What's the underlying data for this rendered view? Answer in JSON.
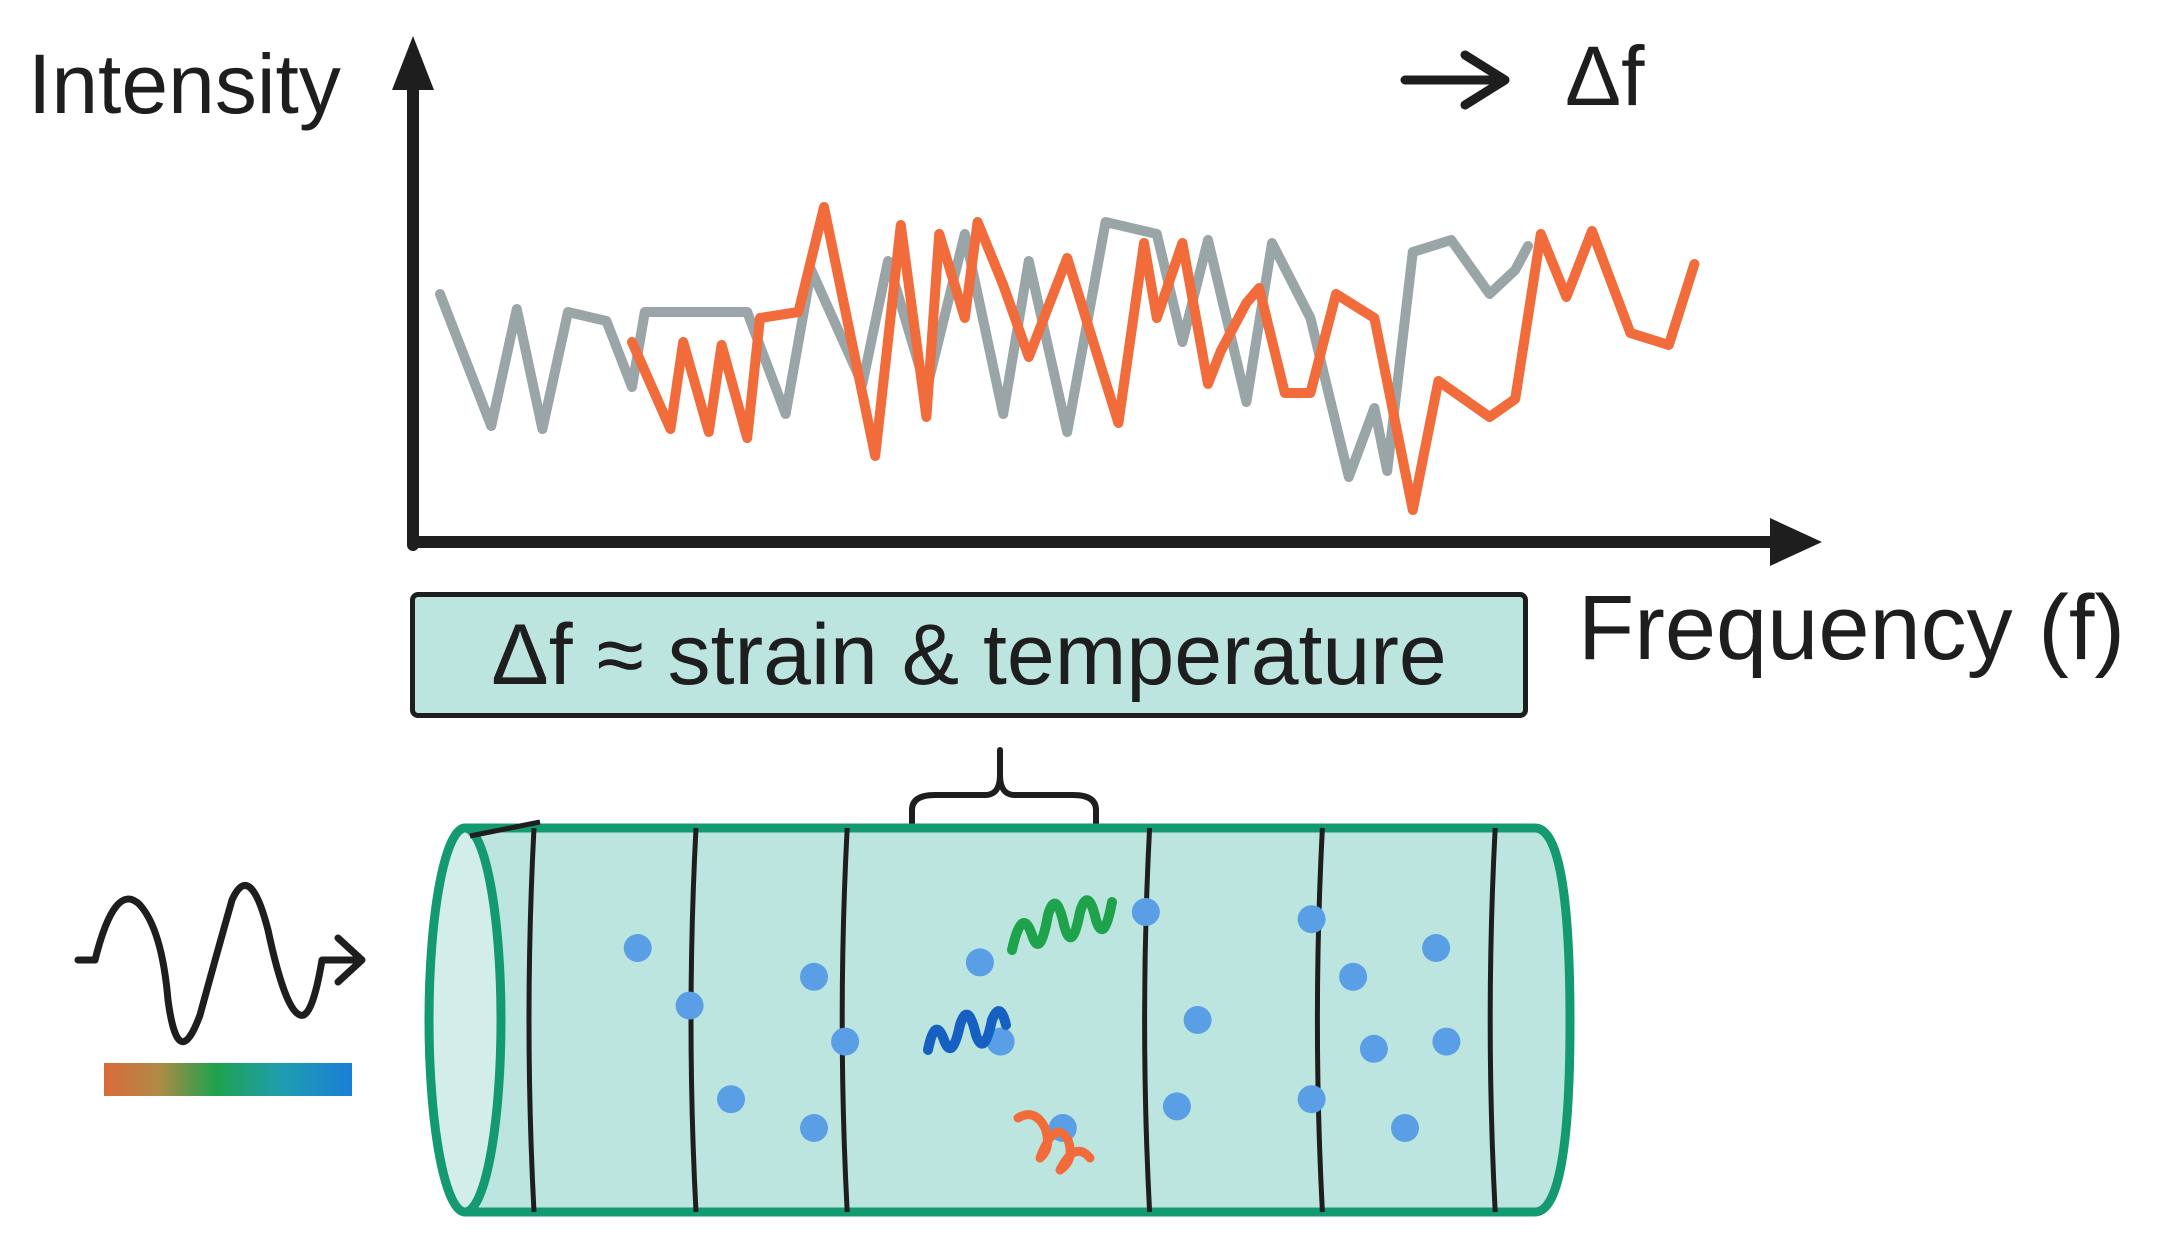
{
  "labels": {
    "y_axis": "Intensity",
    "x_axis": "Frequency (f)",
    "shift": "Δf",
    "equation": "Δf ≈ strain & temperature"
  },
  "colors": {
    "reference_spectrum": "#9aa5a8",
    "shifted_spectrum": "#f26b3a",
    "fiber_outline": "#149a70",
    "fiber_fill": "#bde5df",
    "scatterer": "#5a9fe6",
    "wave_green": "#1ea24c",
    "wave_blue": "#1560c2",
    "wave_orange": "#f26b3a",
    "ink": "#1e1e1e"
  },
  "icons": {
    "axis_arrows": "arrow-head-icon",
    "shift_arrow": "right-arrow-icon",
    "input_light": "sine-wave-icon",
    "spectrum_bar": "color-gradient-bar-icon",
    "brace": "curly-brace-icon"
  },
  "spectra": {
    "reference": [
      [
        0.0,
        0.52
      ],
      [
        0.04,
        0.08
      ],
      [
        0.06,
        0.47
      ],
      [
        0.08,
        0.07
      ],
      [
        0.1,
        0.46
      ],
      [
        0.13,
        0.43
      ],
      [
        0.15,
        0.21
      ],
      [
        0.16,
        0.46
      ],
      [
        0.24,
        0.46
      ],
      [
        0.27,
        0.12
      ],
      [
        0.29,
        0.6
      ],
      [
        0.33,
        0.22
      ],
      [
        0.35,
        0.63
      ],
      [
        0.38,
        0.2
      ],
      [
        0.41,
        0.72
      ],
      [
        0.44,
        0.12
      ],
      [
        0.46,
        0.63
      ],
      [
        0.49,
        0.06
      ],
      [
        0.52,
        0.76
      ],
      [
        0.56,
        0.72
      ],
      [
        0.58,
        0.36
      ],
      [
        0.6,
        0.7
      ],
      [
        0.63,
        0.16
      ],
      [
        0.65,
        0.69
      ],
      [
        0.68,
        0.44
      ],
      [
        0.71,
        -0.09
      ],
      [
        0.73,
        0.14
      ],
      [
        0.74,
        -0.07
      ],
      [
        0.76,
        0.66
      ],
      [
        0.79,
        0.7
      ],
      [
        0.82,
        0.52
      ],
      [
        0.84,
        0.6
      ],
      [
        0.85,
        0.68
      ]
    ],
    "shifted": [
      [
        0.15,
        0.36
      ],
      [
        0.18,
        0.07
      ],
      [
        0.19,
        0.36
      ],
      [
        0.21,
        0.06
      ],
      [
        0.22,
        0.35
      ],
      [
        0.24,
        0.04
      ],
      [
        0.25,
        0.44
      ],
      [
        0.28,
        0.46
      ],
      [
        0.3,
        0.81
      ],
      [
        0.34,
        -0.02
      ],
      [
        0.36,
        0.75
      ],
      [
        0.38,
        0.11
      ],
      [
        0.39,
        0.72
      ],
      [
        0.41,
        0.44
      ],
      [
        0.42,
        0.76
      ],
      [
        0.44,
        0.55
      ],
      [
        0.46,
        0.31
      ],
      [
        0.49,
        0.64
      ],
      [
        0.53,
        0.09
      ],
      [
        0.55,
        0.69
      ],
      [
        0.56,
        0.44
      ],
      [
        0.58,
        0.69
      ],
      [
        0.6,
        0.22
      ],
      [
        0.61,
        0.33
      ],
      [
        0.63,
        0.49
      ],
      [
        0.64,
        0.54
      ],
      [
        0.66,
        0.19
      ],
      [
        0.68,
        0.19
      ],
      [
        0.7,
        0.52
      ],
      [
        0.73,
        0.44
      ],
      [
        0.76,
        -0.2
      ],
      [
        0.78,
        0.23
      ],
      [
        0.82,
        0.11
      ],
      [
        0.84,
        0.17
      ],
      [
        0.86,
        0.72
      ],
      [
        0.88,
        0.51
      ],
      [
        0.9,
        0.73
      ],
      [
        0.93,
        0.39
      ],
      [
        0.96,
        0.35
      ],
      [
        0.98,
        0.62
      ]
    ]
  },
  "scatterers": [
    [
      0.21,
      0.3
    ],
    [
      0.26,
      0.46
    ],
    [
      0.3,
      0.72
    ],
    [
      0.38,
      0.38
    ],
    [
      0.41,
      0.56
    ],
    [
      0.38,
      0.8
    ],
    [
      0.54,
      0.34
    ],
    [
      0.56,
      0.56
    ],
    [
      0.62,
      0.8
    ],
    [
      0.7,
      0.2
    ],
    [
      0.75,
      0.5
    ],
    [
      0.73,
      0.74
    ],
    [
      0.86,
      0.22
    ],
    [
      0.9,
      0.38
    ],
    [
      0.92,
      0.58
    ],
    [
      0.86,
      0.72
    ],
    [
      0.98,
      0.3
    ],
    [
      0.99,
      0.56
    ],
    [
      0.95,
      0.8
    ]
  ],
  "bands": [
    0.05,
    0.2,
    0.34,
    0.62,
    0.78,
    0.94
  ]
}
